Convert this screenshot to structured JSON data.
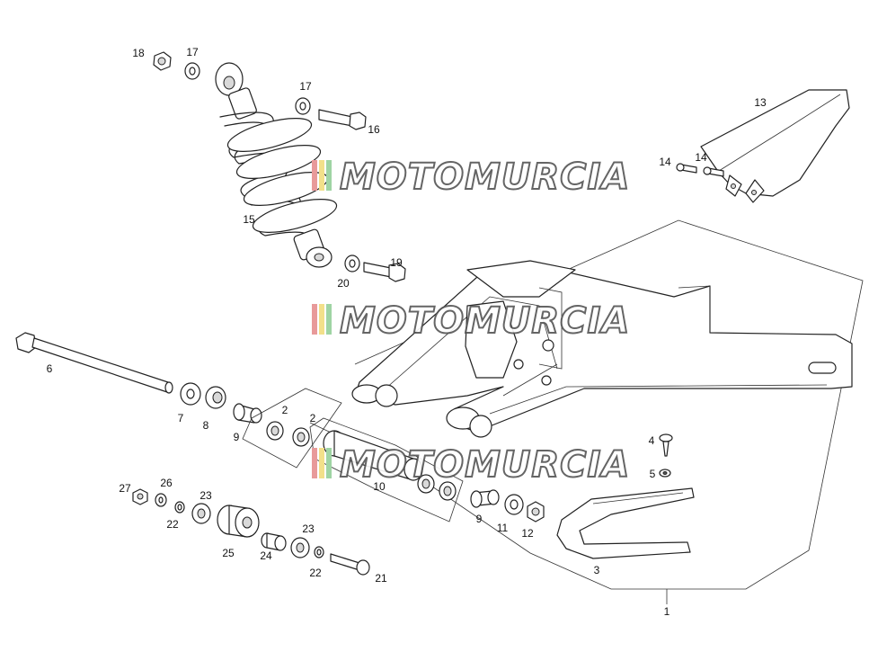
{
  "watermark": {
    "text": "MOTOMURCIA",
    "stripe_colors": [
      "#e89a9a",
      "#f2e08a",
      "#9fd4a4"
    ]
  },
  "labels": {
    "l1": "1",
    "l2a": "2",
    "l2b": "2",
    "l3": "3",
    "l4": "4",
    "l5": "5",
    "l6": "6",
    "l7": "7",
    "l8": "8",
    "l9a": "9",
    "l9b": "9",
    "l10": "10",
    "l11": "11",
    "l12": "12",
    "l13": "13",
    "l14a": "14",
    "l14b": "14",
    "l15": "15",
    "l16": "16",
    "l17a": "17",
    "l17b": "17",
    "l18": "18",
    "l19": "19",
    "l20": "20",
    "l21": "21",
    "l22a": "22",
    "l22b": "22",
    "l23a": "23",
    "l23b": "23",
    "l24": "24",
    "l25": "25",
    "l26": "26",
    "l27": "27"
  }
}
